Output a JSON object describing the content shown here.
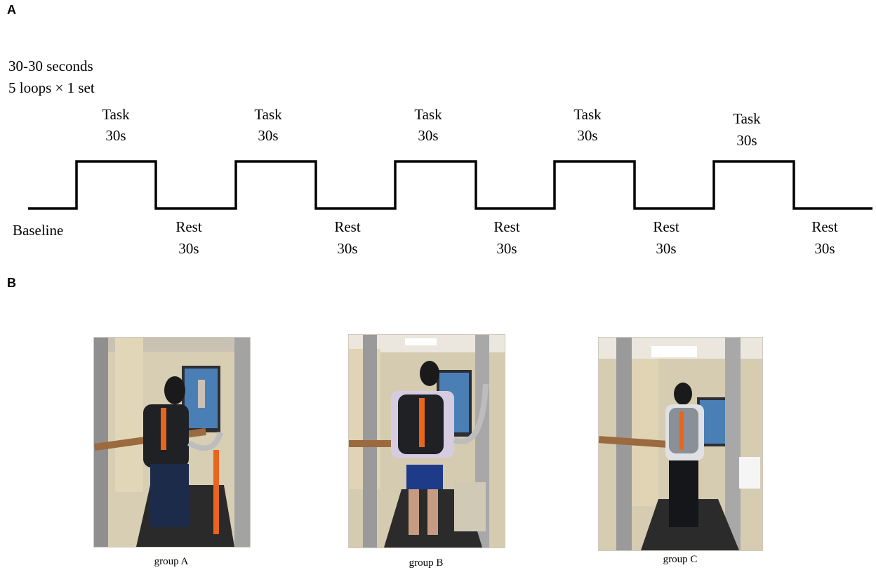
{
  "panels": {
    "a_label": "A",
    "b_label": "B"
  },
  "protocol": {
    "line1": "30-30 seconds",
    "line2": "5 loops × 1 set",
    "baseline_label": "Baseline",
    "task_word": "Task",
    "rest_word": "Rest",
    "duration": "30s",
    "loops": 5
  },
  "photos": {
    "group_a": "group A",
    "group_b": "group B",
    "group_c": "group C"
  },
  "colors": {
    "line": "#000000",
    "wall": "#d8ceb4",
    "backpack": "#1f2124",
    "strap_accent": "#e8651d",
    "screen": "#4a7fb5"
  }
}
